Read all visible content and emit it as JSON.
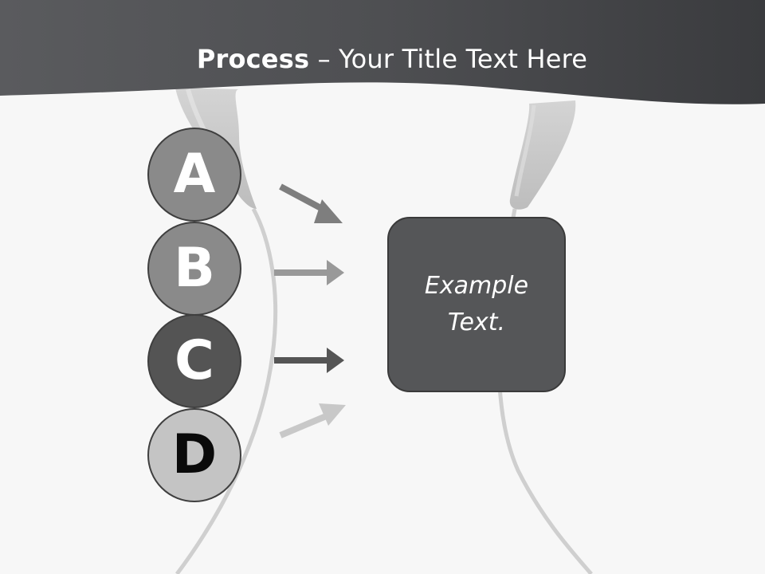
{
  "title": {
    "bold": "Process",
    "rest": " – Your Title Text Here"
  },
  "steps": [
    {
      "letter": "A",
      "color": "#8a8a8a",
      "text_color": "#ffffff",
      "arrow_color": "#7e7e7e"
    },
    {
      "letter": "B",
      "color": "#8a8a8a",
      "text_color": "#ffffff",
      "arrow_color": "#999999"
    },
    {
      "letter": "C",
      "color": "#545454",
      "text_color": "#ffffff",
      "arrow_color": "#555555"
    },
    {
      "letter": "D",
      "color": "#c4c4c4",
      "text_color": "#0a0a0a",
      "arrow_color": "#c8c8c8"
    }
  ],
  "box": {
    "text": "Example Text.",
    "color": "#555658"
  },
  "colors": {
    "header": "#4b4c4f",
    "background": "#f7f7f7",
    "decor": "#c9c9c9"
  },
  "icons": {
    "background": "earphones-cable-icon",
    "connectors": "arrow-right-icon"
  }
}
